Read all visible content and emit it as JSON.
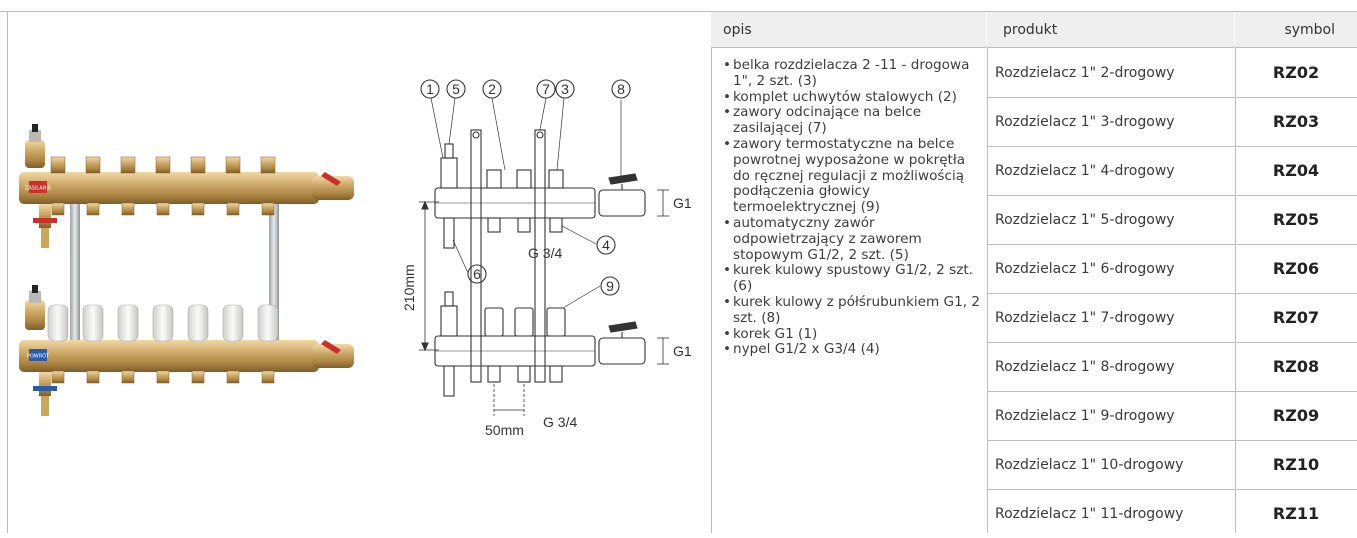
{
  "table": {
    "headers": {
      "opis": "opis",
      "produkt": "produkt",
      "symbol": "symbol"
    },
    "description": [
      "belka rozdzielacza 2 -11 - drogowa 1\", 2 szt. (3)",
      "komplet uchwytów stalowych (2)",
      "zawory odcinające na belce zasilającej (7)",
      "zawory termostatyczne na belce powrotnej wyposażone w pokrętła do ręcznej regulacji z możliwością podłączenia głowicy termoelektrycznej (9)",
      "automatyczny zawór odpowietrzający z zaworem stopowym G1/2, 2 szt. (5)",
      "kurek kulowy spustowy G1/2, 2 szt. (6)",
      "kurek kulowy z półśrubunkiem G1, 2 szt. (8)",
      "korek G1 (1)",
      "nypel G1/2 x G3/4 (4)"
    ],
    "rows": [
      {
        "product": "Rozdzielacz 1\" 2-drogowy",
        "symbol": "RZ02"
      },
      {
        "product": "Rozdzielacz 1\" 3-drogowy",
        "symbol": "RZ03"
      },
      {
        "product": "Rozdzielacz 1\" 4-drogowy",
        "symbol": "RZ04"
      },
      {
        "product": "Rozdzielacz 1\" 5-drogowy",
        "symbol": "RZ05"
      },
      {
        "product": "Rozdzielacz 1\" 6-drogowy",
        "symbol": "RZ06"
      },
      {
        "product": "Rozdzielacz 1\" 7-drogowy",
        "symbol": "RZ07"
      },
      {
        "product": "Rozdzielacz 1\" 8-drogowy",
        "symbol": "RZ08"
      },
      {
        "product": "Rozdzielacz 1\" 9-drogowy",
        "symbol": "RZ09"
      },
      {
        "product": "Rozdzielacz 1\" 10-drogowy",
        "symbol": "RZ10"
      },
      {
        "product": "Rozdzielacz 1\" 11-drogowy",
        "symbol": "RZ11"
      }
    ]
  },
  "photo": {
    "label_top": "ZASILANIE",
    "label_bottom": "POWRÓT"
  },
  "diagram": {
    "callouts": [
      "1",
      "5",
      "2",
      "7",
      "3",
      "8",
      "4",
      "6",
      "9"
    ],
    "dim_height": "210mm",
    "dim_width": "50mm",
    "thread_g1_top": "G1",
    "thread_g1_bottom": "G1",
    "thread_g34_mid": "G 3/4",
    "thread_g34_bottom": "G 3/4"
  },
  "colors": {
    "brass": "#c9a56a",
    "brass_dark": "#8d6b36",
    "valve_red": "#c8322a",
    "valve_blue": "#2b5aa8",
    "cap_white": "#e9e9e6"
  }
}
